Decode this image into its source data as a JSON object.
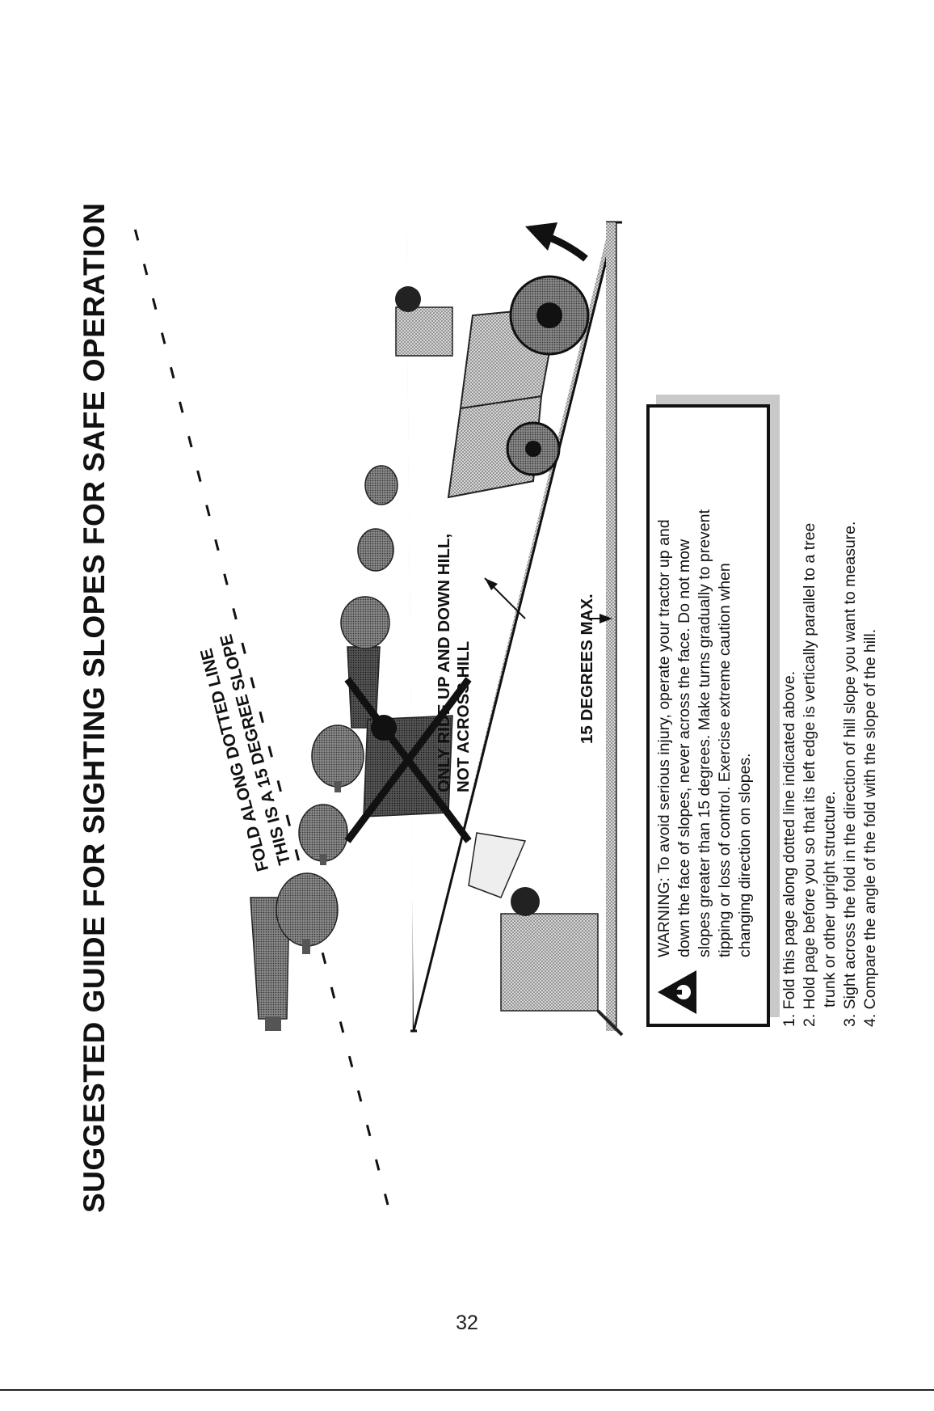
{
  "page": {
    "title": "SUGGESTED GUIDE FOR SIGHTING SLOPES FOR SAFE OPERATION",
    "page_number": "32"
  },
  "diagram": {
    "fold_line": "FOLD ALONG DOTTED LINE",
    "slope_label": "THIS IS A 15 DEGREE SLOPE",
    "ride_direction_line1": "ONLY RIDE UP AND DOWN HILL,",
    "ride_direction_line2": "NOT ACROSS HILL",
    "max_angle": "15 DEGREES MAX."
  },
  "warning": {
    "line1": "WARNING: To avoid serious injury, operate your tractor up and",
    "line2": "down the face of slopes, never across the face. Do not mow",
    "line3": "slopes greater than 15 degrees. Make turns gradually to prevent",
    "line4": "tipping or loss of control. Exercise extreme caution when",
    "line5": "changing direction on slopes."
  },
  "instructions": {
    "step1": "1. Fold this page along dotted line indicated above.",
    "step2a": "2. Hold page before you so that its left edge is vertically parallel to a tree",
    "step2b": "trunk or other upright structure.",
    "step3": "3. Sight across the fold in the direction of hill slope you want to measure.",
    "step4": "4. Compare the angle of the fold with the slope of the hill."
  },
  "colors": {
    "ink": "#111111",
    "stipple": "#9a9a9a",
    "dark_fill": "#555555",
    "shadow": "#c9c9c9"
  },
  "icons": [
    "warning-triangle-icon",
    "tree-icon",
    "riding-tractor-icon",
    "person-icon",
    "direction-arrow-icon",
    "cross-mark-icon"
  ]
}
